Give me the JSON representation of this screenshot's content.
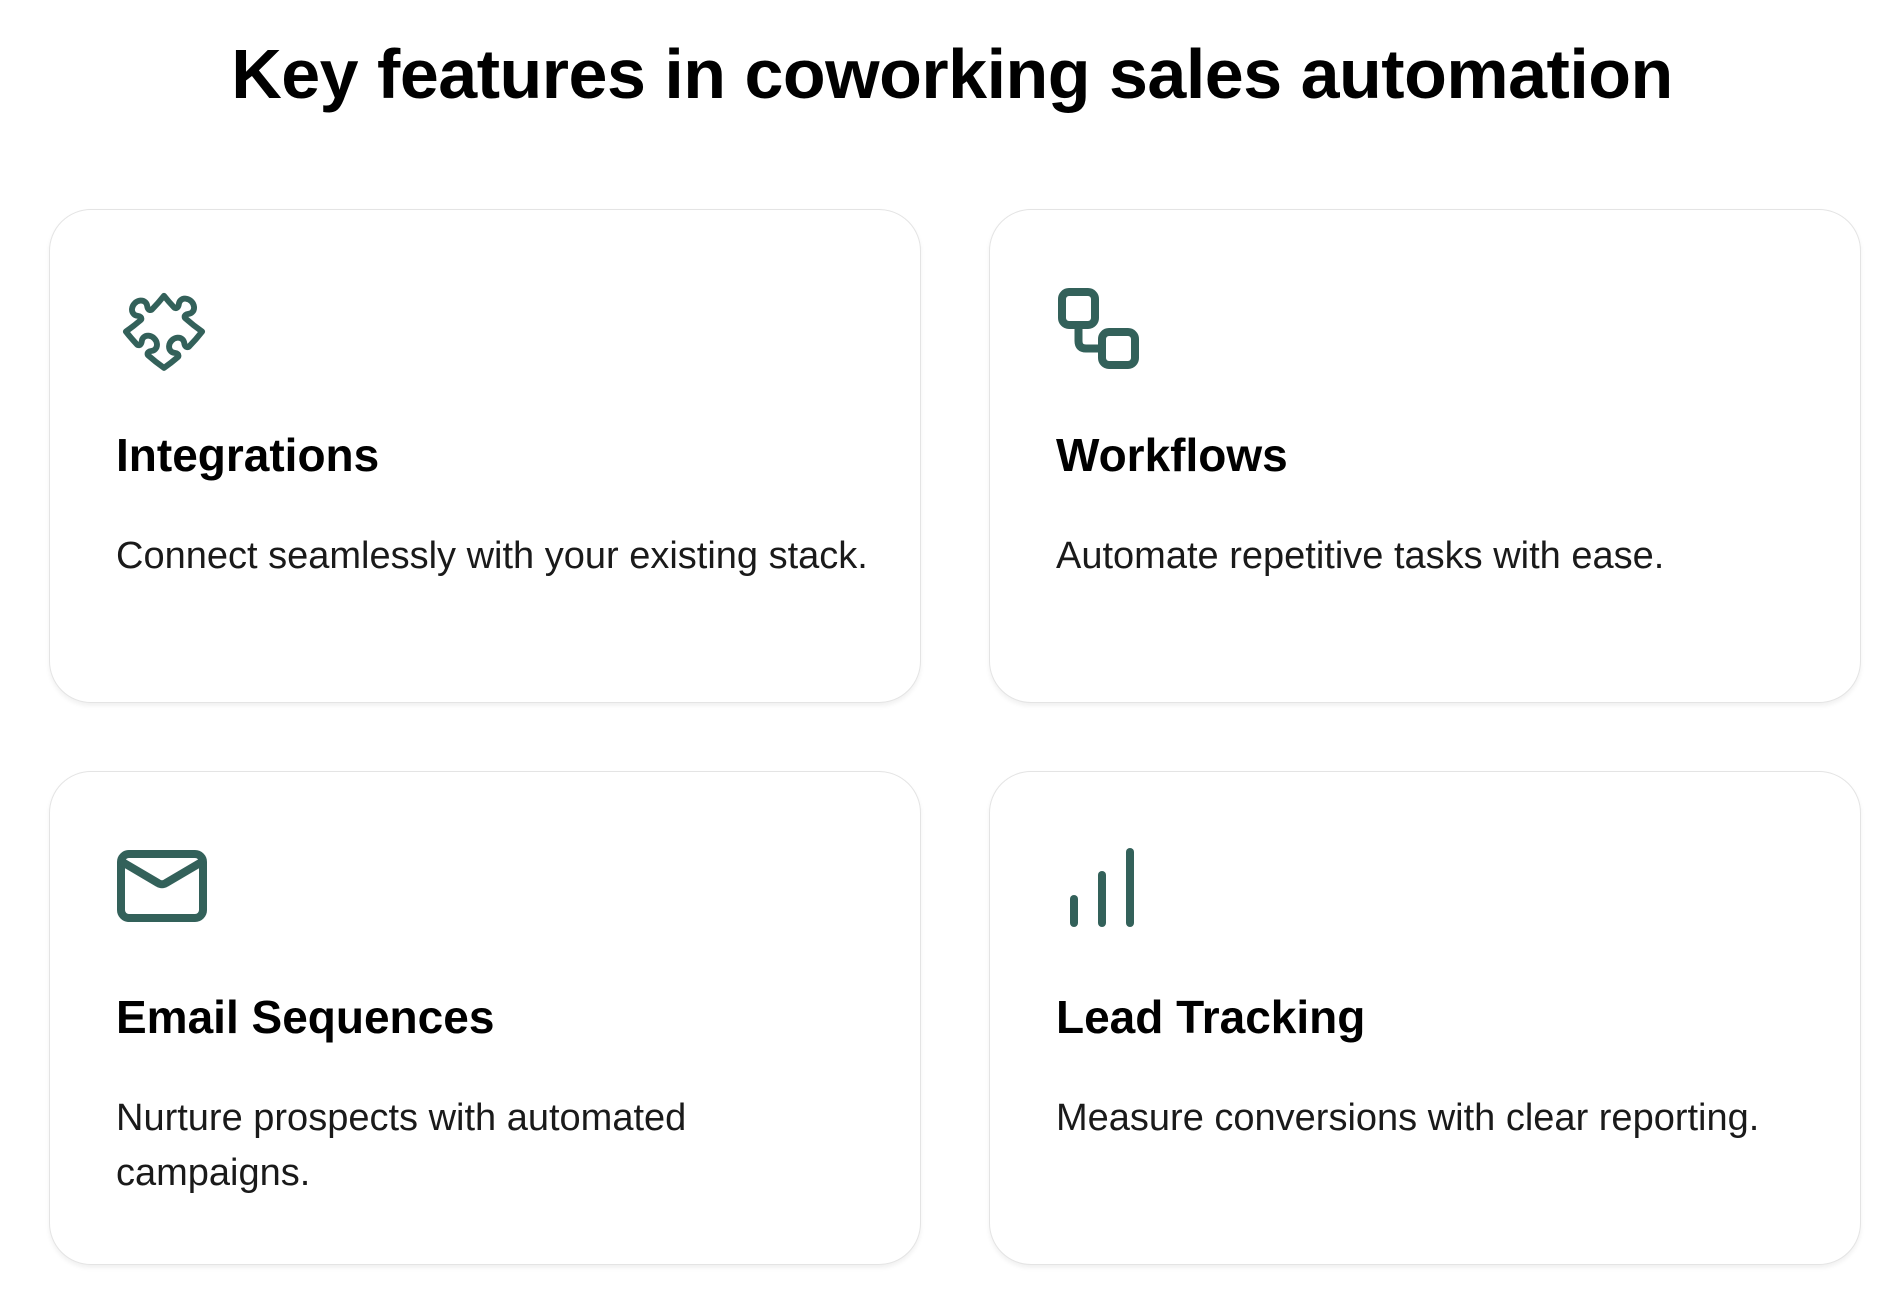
{
  "page": {
    "title": "Key features in coworking sales automation"
  },
  "colors": {
    "icon": "#33615a",
    "heading": "#000000",
    "body_text": "#1a1a1a",
    "card_border": "#e4e4e4",
    "background": "#ffffff"
  },
  "features": [
    {
      "icon": "puzzle-icon",
      "title": "Integrations",
      "description": "Connect seamlessly with your existing stack."
    },
    {
      "icon": "workflow-icon",
      "title": "Workflows",
      "description": "Automate repetitive tasks with ease."
    },
    {
      "icon": "mail-icon",
      "title": "Email Sequences",
      "description": "Nurture prospects with automated campaigns."
    },
    {
      "icon": "bar-chart-icon",
      "title": "Lead Tracking",
      "description": "Measure conversions with clear reporting."
    }
  ]
}
